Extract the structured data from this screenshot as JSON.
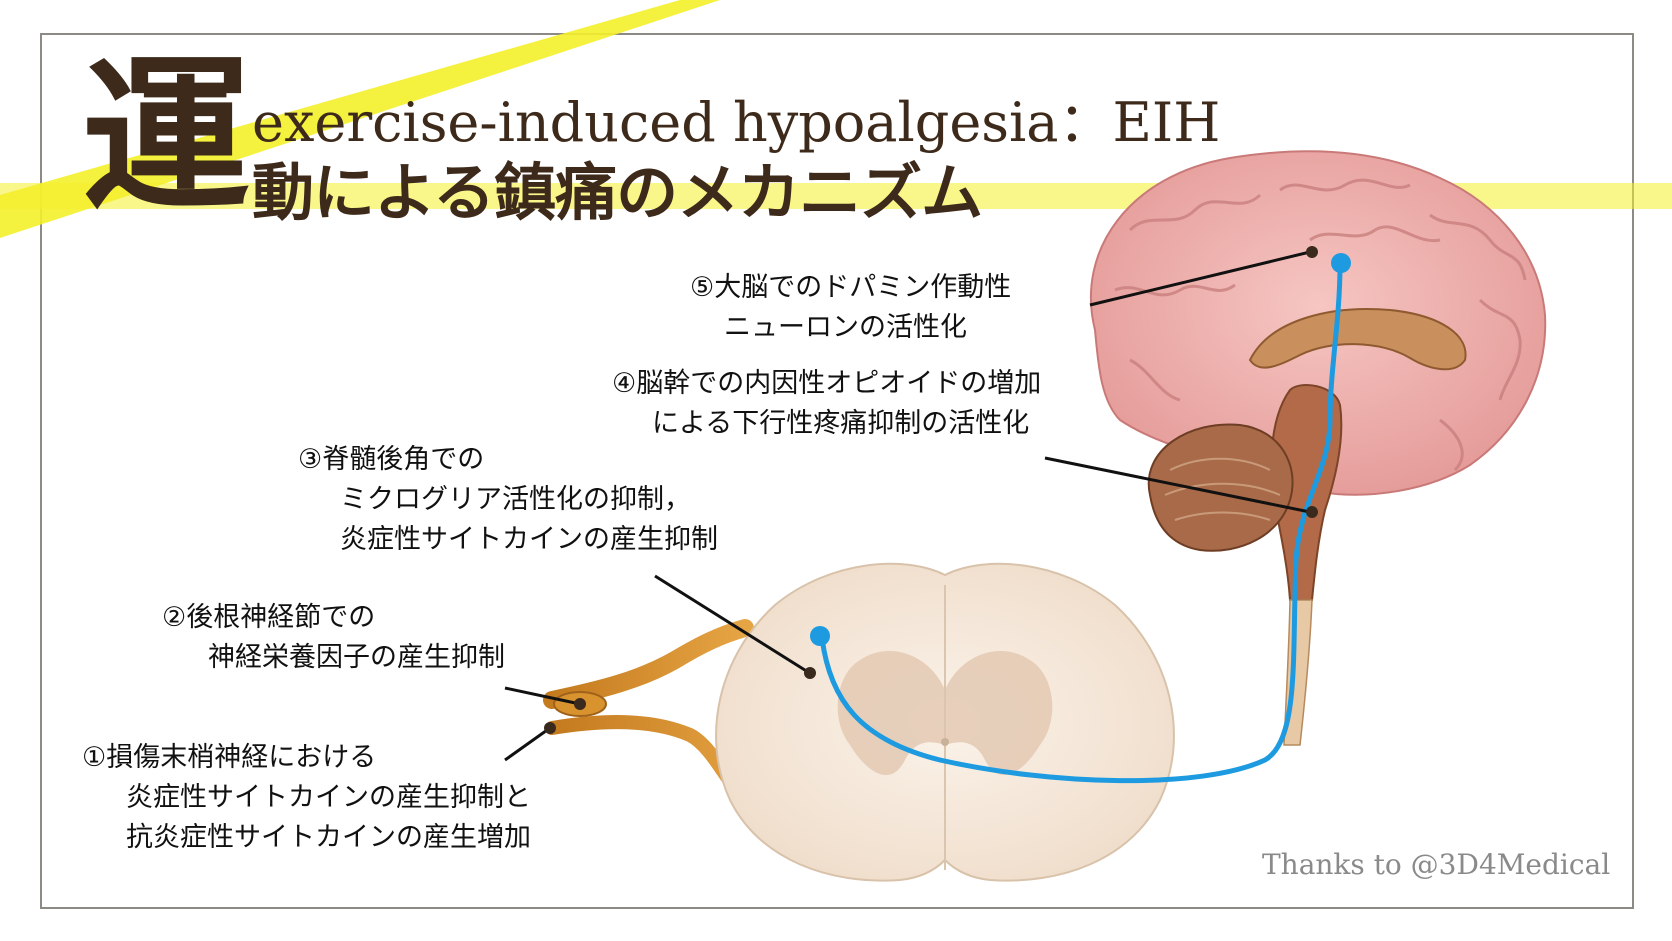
{
  "title": {
    "big_char": "運",
    "english": "exercise-induced hypoalgesia：EIH",
    "japanese": "動による鎮痛のメカニズム"
  },
  "labels": [
    {
      "id": "label-5",
      "lines": [
        "⑤大脳でのドパミン作動性",
        "ニューロンの活性化"
      ]
    },
    {
      "id": "label-4",
      "lines": [
        "④脳幹での内因性オピオイドの増加",
        "による下行性疼痛抑制の活性化"
      ]
    },
    {
      "id": "label-3",
      "lines": [
        "③脊髄後角での",
        "ミクログリア活性化の抑制，",
        "炎症性サイトカインの産生抑制"
      ]
    },
    {
      "id": "label-2",
      "lines": [
        "②後根神経節での",
        "神経栄養因子の産生抑制"
      ]
    },
    {
      "id": "label-1",
      "lines": [
        "①損傷末梢神経における",
        "炎症性サイトカインの産生抑制と",
        "抗炎症性サイトカインの産生増加"
      ]
    }
  ],
  "credit": "Thanks to @3D4Medical",
  "colors": {
    "title_text": "#3d2a1a",
    "highlight": "#f4ef2a",
    "pathway": "#1e9be0",
    "spinal_cord": "#f6e9dc",
    "gray_matter": "#e3c9b3",
    "nerve": "#d8922e",
    "brain": "#eeaaa8",
    "brainstem": "#b26a48"
  }
}
